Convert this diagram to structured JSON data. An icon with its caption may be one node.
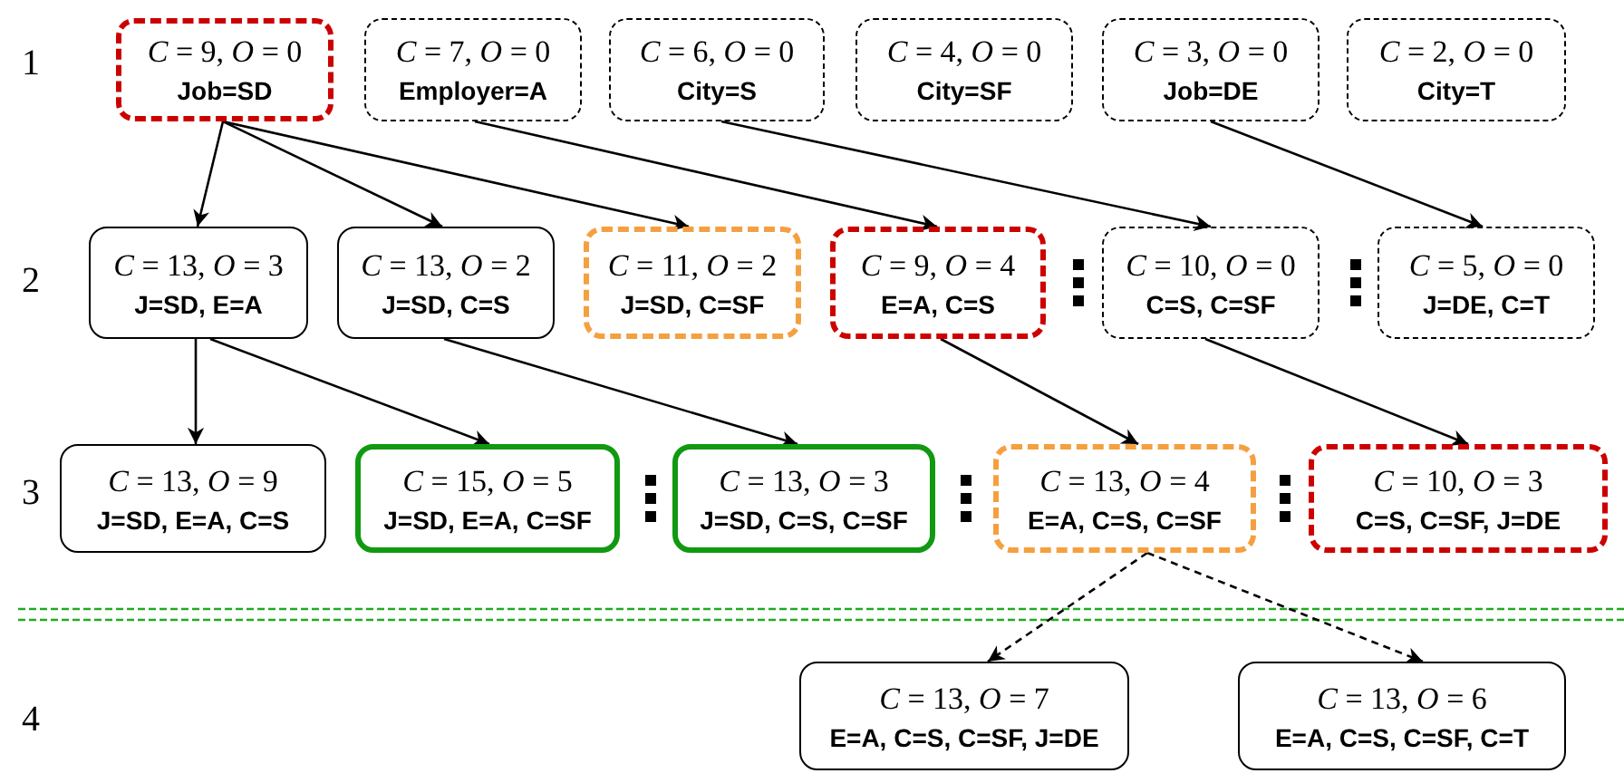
{
  "diagram": {
    "nodes": [
      {
        "text": [
          "*C* = 9, *O* = 0",
          "Job=SD"
        ]
      },
      {
        "text": [
          "*C* = 7, *O* = 0",
          "Employer=A"
        ]
      },
      {
        "text": [
          "*C* = 6, *O* = 0",
          "City=S"
        ]
      },
      {
        "text": [
          "*C* = 4, *O* = 0",
          "City=SF"
        ]
      },
      {
        "text": [
          "*C* = 3, *O* = 0",
          "Job=DE"
        ]
      },
      {
        "text": [
          "*C* = 2, *O* = 0",
          "City=T"
        ]
      },
      {
        "text": [
          "*C* = 13, *O* = 3",
          "J=SD, E=A"
        ]
      },
      {
        "text": [
          "*C* = 13, *O* = 2",
          "J=SD, C=S"
        ]
      },
      {
        "text": [
          "*C* = 11, *O* = 2",
          "J=SD, C=SF"
        ]
      },
      {
        "text": [
          "*C* = 9, *O* = 4",
          "E=A, C=S"
        ]
      },
      {
        "text": [
          "*C* = 10, *O* = 0",
          "C=S, C=SF"
        ]
      },
      {
        "text": [
          "*C* = 5, *O* = 0",
          "J=DE, C=T"
        ]
      },
      {
        "text": [
          "*C* = 13, *O* = 9",
          "J=SD, E=A, C=S"
        ]
      },
      {
        "text": [
          "*C* = 15, *O* = 5",
          "J=SD, E=A, C=SF"
        ]
      },
      {
        "text": [
          "*C* = 13, *O* = 3",
          "J=SD, C=S, C=SF"
        ]
      },
      {
        "text": [
          "*C* = 13, *O* = 4",
          "E=A, C=S, C=SF"
        ]
      },
      {
        "text": [
          "*C* = 10, *O* = 3",
          "C=S, C=SF, J=DE"
        ]
      },
      {
        "text": [
          "*C* = 13, *O* = 7",
          "E=A, C=S, C=SF, J=DE"
        ]
      },
      {
        "text": [
          "*C* = 13, *O* = 6",
          "E=A, C=S, C=SF, C=T"
        ]
      }
    ],
    "edges": [
      {
        "from": 0,
        "to": 6,
        "arrow": "to"
      },
      {
        "from": 0,
        "to": 7,
        "arrow": "to"
      },
      {
        "from": 0,
        "to": 8,
        "arrow": "to"
      },
      {
        "from": 1,
        "to": 9,
        "arrow": "to"
      },
      {
        "from": 2,
        "to": 10,
        "arrow": "to"
      },
      {
        "from": 4,
        "to": 11,
        "arrow": "to"
      },
      {
        "from": 6,
        "to": 12,
        "arrow": "to"
      },
      {
        "from": 6,
        "to": 13,
        "arrow": "to"
      },
      {
        "from": 7,
        "to": 14,
        "arrow": "to"
      },
      {
        "from": 9,
        "to": 15,
        "arrow": "to"
      },
      {
        "from": 10,
        "to": 16,
        "arrow": "to"
      },
      {
        "from": 15,
        "to": 17,
        "arrow": "to",
        "style": "dashed"
      },
      {
        "from": 15,
        "to": 18,
        "arrow": "to",
        "style": "dashed"
      }
    ],
    "labels": [
      "1",
      "2",
      "3",
      "4"
    ]
  }
}
